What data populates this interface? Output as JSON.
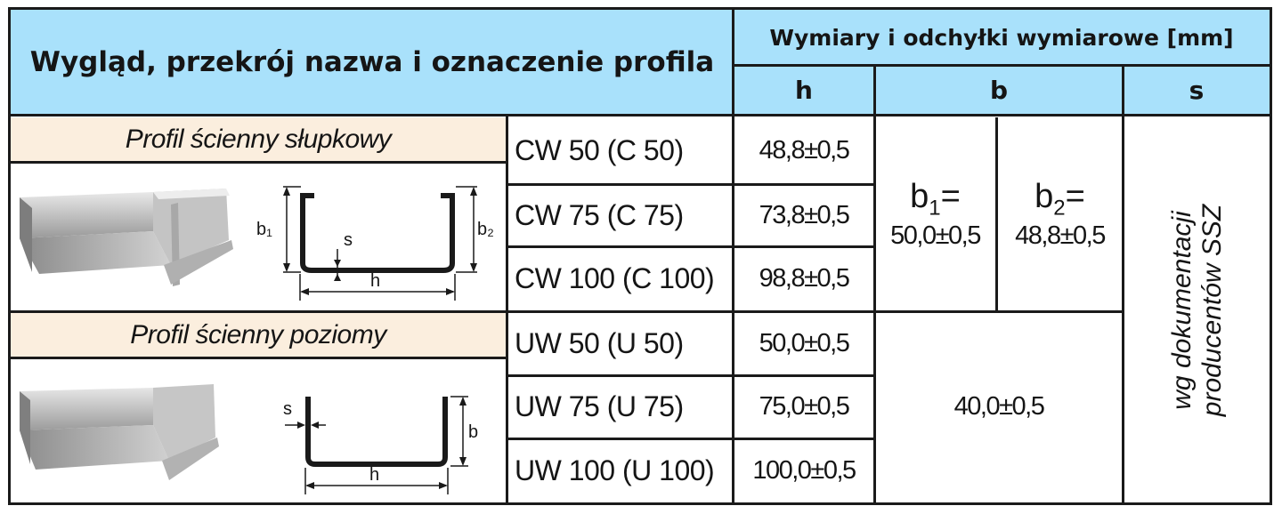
{
  "header": {
    "main": "Wygląd, przekrój nazwa i oznaczenie profila",
    "dims": "Wymiary i odchyłki wymiarowe [mm]",
    "h": "h",
    "b": "b",
    "s": "s"
  },
  "groups": [
    {
      "category": "Profil ścienny słupkowy",
      "labels": {
        "left": "b₁",
        "right": "b₂",
        "thick": "s",
        "width": "h"
      },
      "rows": [
        {
          "name": "CW 50 (C 50)",
          "h": "48,8±0,5"
        },
        {
          "name": "CW 75 (C 75)",
          "h": "73,8±0,5"
        },
        {
          "name": "CW 100 (C 100)",
          "h": "98,8±0,5"
        }
      ],
      "b1": {
        "label": "b",
        "sub": "1",
        "eq": "=",
        "value": "50,0±0,5"
      },
      "b2": {
        "label": "b",
        "sub": "2",
        "eq": "=",
        "value": "48,8±0,5"
      }
    },
    {
      "category": "Profil ścienny poziomy",
      "labels": {
        "thick": "s",
        "side": "b",
        "width": "h"
      },
      "rows": [
        {
          "name": "UW 50 (U 50)",
          "h": "50,0±0,5"
        },
        {
          "name": "UW 75 (U 75)",
          "h": "75,0±0,5"
        },
        {
          "name": "UW 100 (U 100)",
          "h": "100,0±0,5"
        }
      ],
      "b": "40,0±0,5"
    }
  ],
  "s_note": {
    "line1": "wg dokumentacji",
    "line2": "producentów SSZ"
  }
}
